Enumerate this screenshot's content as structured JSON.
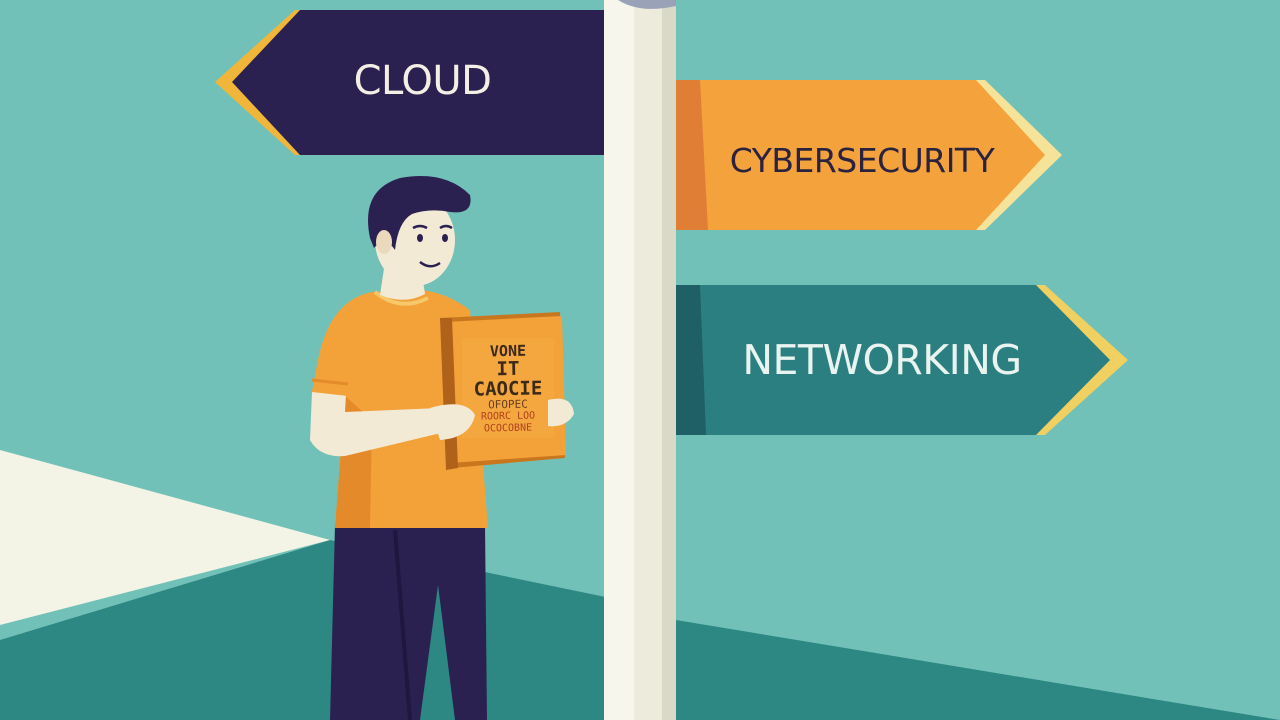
{
  "signs": {
    "cloud": "CLOUD",
    "cybersecurity": "CYBERSECURITY",
    "networking": "NETWORKING"
  },
  "book": {
    "lines": [
      "VONE",
      "IT",
      "CAOCIE",
      "OFOPEC",
      "ROORC LOO",
      "OCOCOBNE"
    ]
  },
  "colors": {
    "sky": "#72c1b8",
    "ground": "#2d8884",
    "floor_light": "#f3f3e6",
    "sign_cloud": "#2b2151",
    "sign_cybersecurity": "#f4a23c",
    "sign_networking": "#2c7f80",
    "sign_border": "#f0b63a",
    "pole": "#ecebdc",
    "shirt": "#f3a23a",
    "pants": "#2b2151"
  },
  "icons": [
    "signpost",
    "person",
    "book"
  ]
}
